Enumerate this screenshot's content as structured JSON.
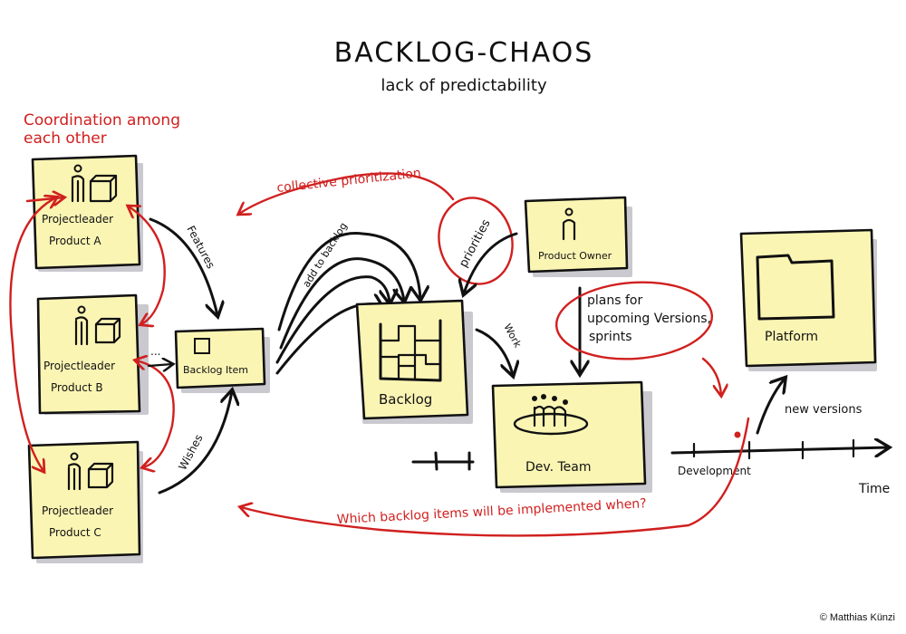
{
  "title": "BACKLOG-CHAOS",
  "subtitle": "lack of predictability",
  "colors": {
    "note_fill": "#fbf5b4",
    "ink": "#111111",
    "accent_red": "#d0201f",
    "shadow": "#c9c9cf"
  },
  "annotations": {
    "coordination_line1": "Coordination among",
    "coordination_line2": "each other",
    "collective_prioritization": "collective prioritization",
    "priorities": "priorities",
    "plans_line1": "plans for",
    "plans_line2": "upcoming Versions,",
    "plans_line3": "sprints",
    "which_items": "Which backlog items will be implemented when?"
  },
  "notes": {
    "pl_a": {
      "line1": "Projectleader",
      "line2": "Product A",
      "icon": "person-with-box-icon"
    },
    "pl_b": {
      "line1": "Projectleader",
      "line2": "Product B",
      "icon": "person-with-box-icon"
    },
    "pl_c": {
      "line1": "Projectleader",
      "line2": "Product C",
      "icon": "person-with-box-icon"
    },
    "backlog_item": {
      "label": "Backlog Item",
      "icon": "square-icon"
    },
    "backlog": {
      "label": "Backlog",
      "icon": "stacked-blocks-icon"
    },
    "product_owner": {
      "label": "Product Owner",
      "icon": "person-icon"
    },
    "dev_team": {
      "label": "Dev. Team",
      "icon": "team-icon"
    },
    "platform": {
      "label": "Platform",
      "icon": "folder-icon"
    }
  },
  "arrow_labels": {
    "features": "Features",
    "wishes": "Wishes",
    "add_to_backlog": "add to backlog",
    "work": "Work",
    "new_versions": "new versions",
    "ellipsis": "..."
  },
  "timeline": {
    "label_development": "Development",
    "label_time": "Time"
  },
  "copyright": "© Matthias Künzi"
}
